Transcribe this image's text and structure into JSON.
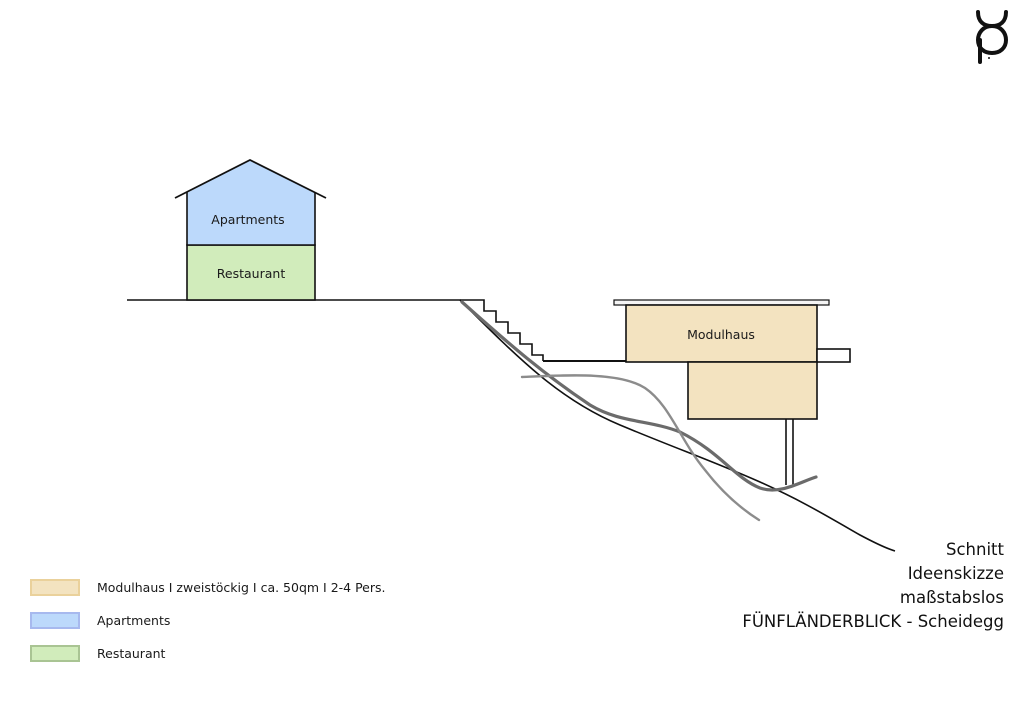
{
  "logo": {
    "icon": "brand-logo-icon"
  },
  "buildings": {
    "left": {
      "upper_label": "Apartments",
      "lower_label": "Restaurant"
    },
    "right": {
      "label": "Modulhaus"
    }
  },
  "legend": [
    {
      "text": "Modulhaus I zweistöckig I ca. 50qm I 2-4 Pers.",
      "fill": "#f3e3c0",
      "border": "#ead19b"
    },
    {
      "text": "Apartments",
      "fill": "#bcd9fb",
      "border": "#a7b9ee"
    },
    {
      "text": "Restaurant",
      "fill": "#d1ecbb",
      "border": "#a9c493"
    }
  ],
  "caption": {
    "line1": "Schnitt",
    "line2": "Ideenskizze",
    "line3": "maßstabslos",
    "line4": "FÜNFLÄNDERBLICK - Scheidegg"
  },
  "colors": {
    "modulhaus": "#f3e3c0",
    "apartments": "#bcd9fb",
    "restaurant": "#d1ecbb",
    "line": "#111111",
    "dark_curve": "#6b6b6b",
    "light_curve": "#8c8c8c"
  }
}
